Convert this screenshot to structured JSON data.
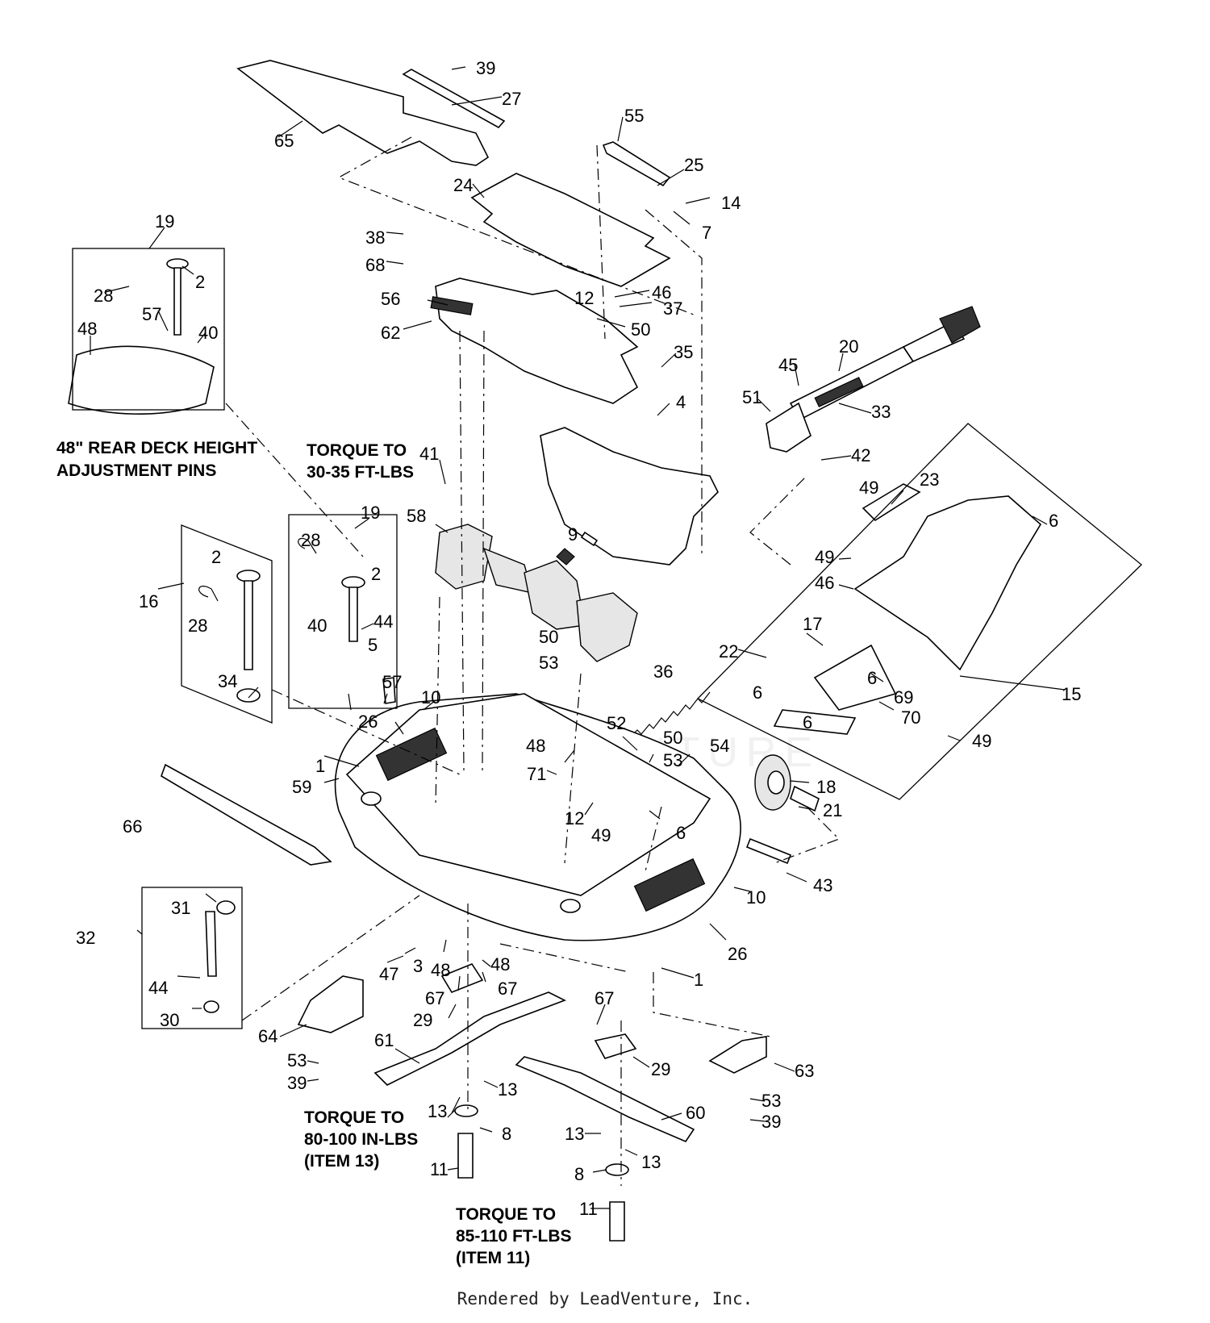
{
  "notes": {
    "rear_pins_line1": "48\" REAR DECK HEIGHT",
    "rear_pins_line2": "ADJUSTMENT PINS",
    "torque_30_line1": "TORQUE TO",
    "torque_30_line2": "30-35 FT-LBS",
    "torque_80_line1": "TORQUE TO",
    "torque_80_line2": "80-100 IN-LBS",
    "torque_80_line3": "(ITEM 13)",
    "torque_85_line1": "TORQUE TO",
    "torque_85_line2": "85-110 FT-LBS",
    "torque_85_line3": "(ITEM 11)"
  },
  "watermark": "LEADVENTURE",
  "footer": "Rendered by LeadVenture, Inc.",
  "callouts": [
    {
      "id": "c-39a",
      "label": "39"
    },
    {
      "id": "c-27",
      "label": "27"
    },
    {
      "id": "c-55",
      "label": "55"
    },
    {
      "id": "c-65",
      "label": "65"
    },
    {
      "id": "c-25",
      "label": "25"
    },
    {
      "id": "c-24",
      "label": "24"
    },
    {
      "id": "c-14",
      "label": "14"
    },
    {
      "id": "c-7",
      "label": "7"
    },
    {
      "id": "c-19a",
      "label": "19"
    },
    {
      "id": "c-38",
      "label": "38"
    },
    {
      "id": "c-2a",
      "label": "2"
    },
    {
      "id": "c-68",
      "label": "68"
    },
    {
      "id": "c-28a",
      "label": "28"
    },
    {
      "id": "c-46a",
      "label": "46"
    },
    {
      "id": "c-12a",
      "label": "12"
    },
    {
      "id": "c-56",
      "label": "56"
    },
    {
      "id": "c-37",
      "label": "37"
    },
    {
      "id": "c-57a",
      "label": "57"
    },
    {
      "id": "c-48a",
      "label": "48"
    },
    {
      "id": "c-40a",
      "label": "40"
    },
    {
      "id": "c-62",
      "label": "62"
    },
    {
      "id": "c-50a",
      "label": "50"
    },
    {
      "id": "c-35",
      "label": "35"
    },
    {
      "id": "c-20",
      "label": "20"
    },
    {
      "id": "c-45",
      "label": "45"
    },
    {
      "id": "c-51",
      "label": "51"
    },
    {
      "id": "c-4",
      "label": "4"
    },
    {
      "id": "c-33",
      "label": "33"
    },
    {
      "id": "c-42",
      "label": "42"
    },
    {
      "id": "c-41",
      "label": "41"
    },
    {
      "id": "c-49a",
      "label": "49"
    },
    {
      "id": "c-23",
      "label": "23"
    },
    {
      "id": "c-6a",
      "label": "6"
    },
    {
      "id": "c-58",
      "label": "58"
    },
    {
      "id": "c-19b",
      "label": "19"
    },
    {
      "id": "c-9",
      "label": "9"
    },
    {
      "id": "c-28b",
      "label": "28"
    },
    {
      "id": "c-2b",
      "label": "2"
    },
    {
      "id": "c-2c",
      "label": "2"
    },
    {
      "id": "c-49b",
      "label": "49"
    },
    {
      "id": "c-46b",
      "label": "46"
    },
    {
      "id": "c-16",
      "label": "16"
    },
    {
      "id": "c-28c",
      "label": "28"
    },
    {
      "id": "c-44a",
      "label": "44"
    },
    {
      "id": "c-40b",
      "label": "40"
    },
    {
      "id": "c-17",
      "label": "17"
    },
    {
      "id": "c-5",
      "label": "5"
    },
    {
      "id": "c-22",
      "label": "22"
    },
    {
      "id": "c-50b",
      "label": "50"
    },
    {
      "id": "c-36",
      "label": "36"
    },
    {
      "id": "c-6b",
      "label": "6"
    },
    {
      "id": "c-34",
      "label": "34"
    },
    {
      "id": "c-57b",
      "label": "57"
    },
    {
      "id": "c-53a",
      "label": "53"
    },
    {
      "id": "c-6c",
      "label": "6"
    },
    {
      "id": "c-69",
      "label": "69"
    },
    {
      "id": "c-15",
      "label": "15"
    },
    {
      "id": "c-10a",
      "label": "10"
    },
    {
      "id": "c-6d",
      "label": "6"
    },
    {
      "id": "c-70",
      "label": "70"
    },
    {
      "id": "c-52",
      "label": "52"
    },
    {
      "id": "c-26a",
      "label": "26"
    },
    {
      "id": "c-50c",
      "label": "50"
    },
    {
      "id": "c-49c",
      "label": "49"
    },
    {
      "id": "c-48b",
      "label": "48"
    },
    {
      "id": "c-53b",
      "label": "53"
    },
    {
      "id": "c-54",
      "label": "54"
    },
    {
      "id": "c-1a",
      "label": "1"
    },
    {
      "id": "c-71",
      "label": "71"
    },
    {
      "id": "c-59",
      "label": "59"
    },
    {
      "id": "c-18",
      "label": "18"
    },
    {
      "id": "c-21",
      "label": "21"
    },
    {
      "id": "c-12b",
      "label": "12"
    },
    {
      "id": "c-66",
      "label": "66"
    },
    {
      "id": "c-6e",
      "label": "6"
    },
    {
      "id": "c-49d",
      "label": "49"
    },
    {
      "id": "c-43",
      "label": "43"
    },
    {
      "id": "c-10b",
      "label": "10"
    },
    {
      "id": "c-31",
      "label": "31"
    },
    {
      "id": "c-32",
      "label": "32"
    },
    {
      "id": "c-26b",
      "label": "26"
    },
    {
      "id": "c-48c",
      "label": "48"
    },
    {
      "id": "c-3",
      "label": "3"
    },
    {
      "id": "c-47",
      "label": "47"
    },
    {
      "id": "c-48d",
      "label": "48"
    },
    {
      "id": "c-44b",
      "label": "44"
    },
    {
      "id": "c-1b",
      "label": "1"
    },
    {
      "id": "c-67a",
      "label": "67"
    },
    {
      "id": "c-67b",
      "label": "67"
    },
    {
      "id": "c-30",
      "label": "30"
    },
    {
      "id": "c-29a",
      "label": "29"
    },
    {
      "id": "c-67c",
      "label": "67"
    },
    {
      "id": "c-64",
      "label": "64"
    },
    {
      "id": "c-61",
      "label": "61"
    },
    {
      "id": "c-29b",
      "label": "29"
    },
    {
      "id": "c-63",
      "label": "63"
    },
    {
      "id": "c-53c",
      "label": "53"
    },
    {
      "id": "c-39b",
      "label": "39"
    },
    {
      "id": "c-13a",
      "label": "13"
    },
    {
      "id": "c-13b",
      "label": "13"
    },
    {
      "id": "c-53d",
      "label": "53"
    },
    {
      "id": "c-60",
      "label": "60"
    },
    {
      "id": "c-39c",
      "label": "39"
    },
    {
      "id": "c-8a",
      "label": "8"
    },
    {
      "id": "c-13c",
      "label": "13"
    },
    {
      "id": "c-11a",
      "label": "11"
    },
    {
      "id": "c-13d",
      "label": "13"
    },
    {
      "id": "c-8b",
      "label": "8"
    },
    {
      "id": "c-11b",
      "label": "11"
    }
  ]
}
